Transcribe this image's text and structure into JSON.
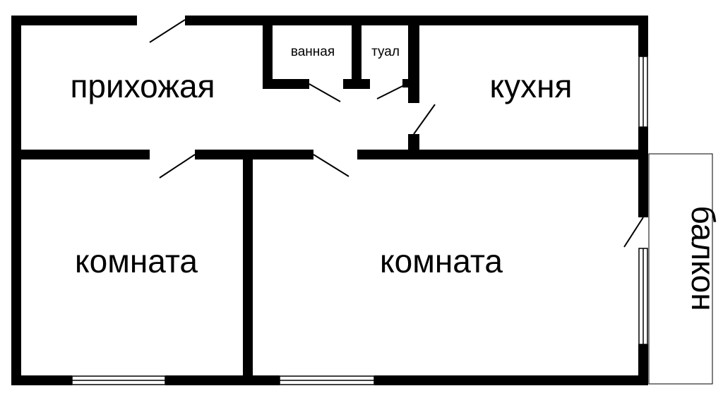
{
  "rooms": {
    "hallway": "прихожая",
    "bathroom": "ванная",
    "toilet": "туал",
    "kitchen": "кухня",
    "room_left": "комната",
    "room_right": "комната",
    "balcony": "балкон"
  },
  "colors": {
    "wall": "#000000",
    "background": "#ffffff",
    "window_line": "#000000"
  }
}
